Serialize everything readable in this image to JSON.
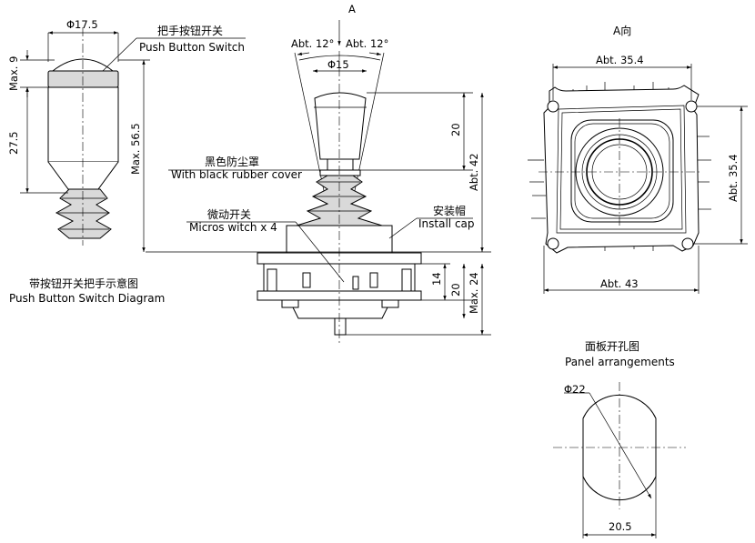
{
  "push_button_view": {
    "dia": "Φ17.5",
    "max9": "Max. 9",
    "d275": "27.5",
    "max565": "Max. 56.5",
    "label_cn": "把手按钮开关",
    "label_en": "Push Button Switch",
    "caption_cn": "带按钮开关把手示意图",
    "caption_en": "Push Button Switch Diagram"
  },
  "side_view": {
    "a_mark": "A",
    "angle_left": "Abt. 12°",
    "angle_right": "Abt. 12°",
    "dia15": "Φ15",
    "d20_top": "20",
    "abt42": "Abt. 42",
    "rubber_cn": "黑色防尘罩",
    "rubber_en": "With black rubber cover",
    "micro_cn": "微动开关",
    "micro_en": "Micros witch x 4",
    "cap_cn": "安装帽",
    "cap_en": "Install cap",
    "d14": "14",
    "d20": "20",
    "max24": "Max. 24"
  },
  "a_view": {
    "title": "A向",
    "abt354_h": "Abt. 35.4",
    "abt354_v": "Abt. 35.4",
    "abt43": "Abt. 43"
  },
  "panel": {
    "title_cn": "面板开孔图",
    "title_en": "Panel arrangements",
    "dia22": "Φ22",
    "w205": "20.5"
  }
}
